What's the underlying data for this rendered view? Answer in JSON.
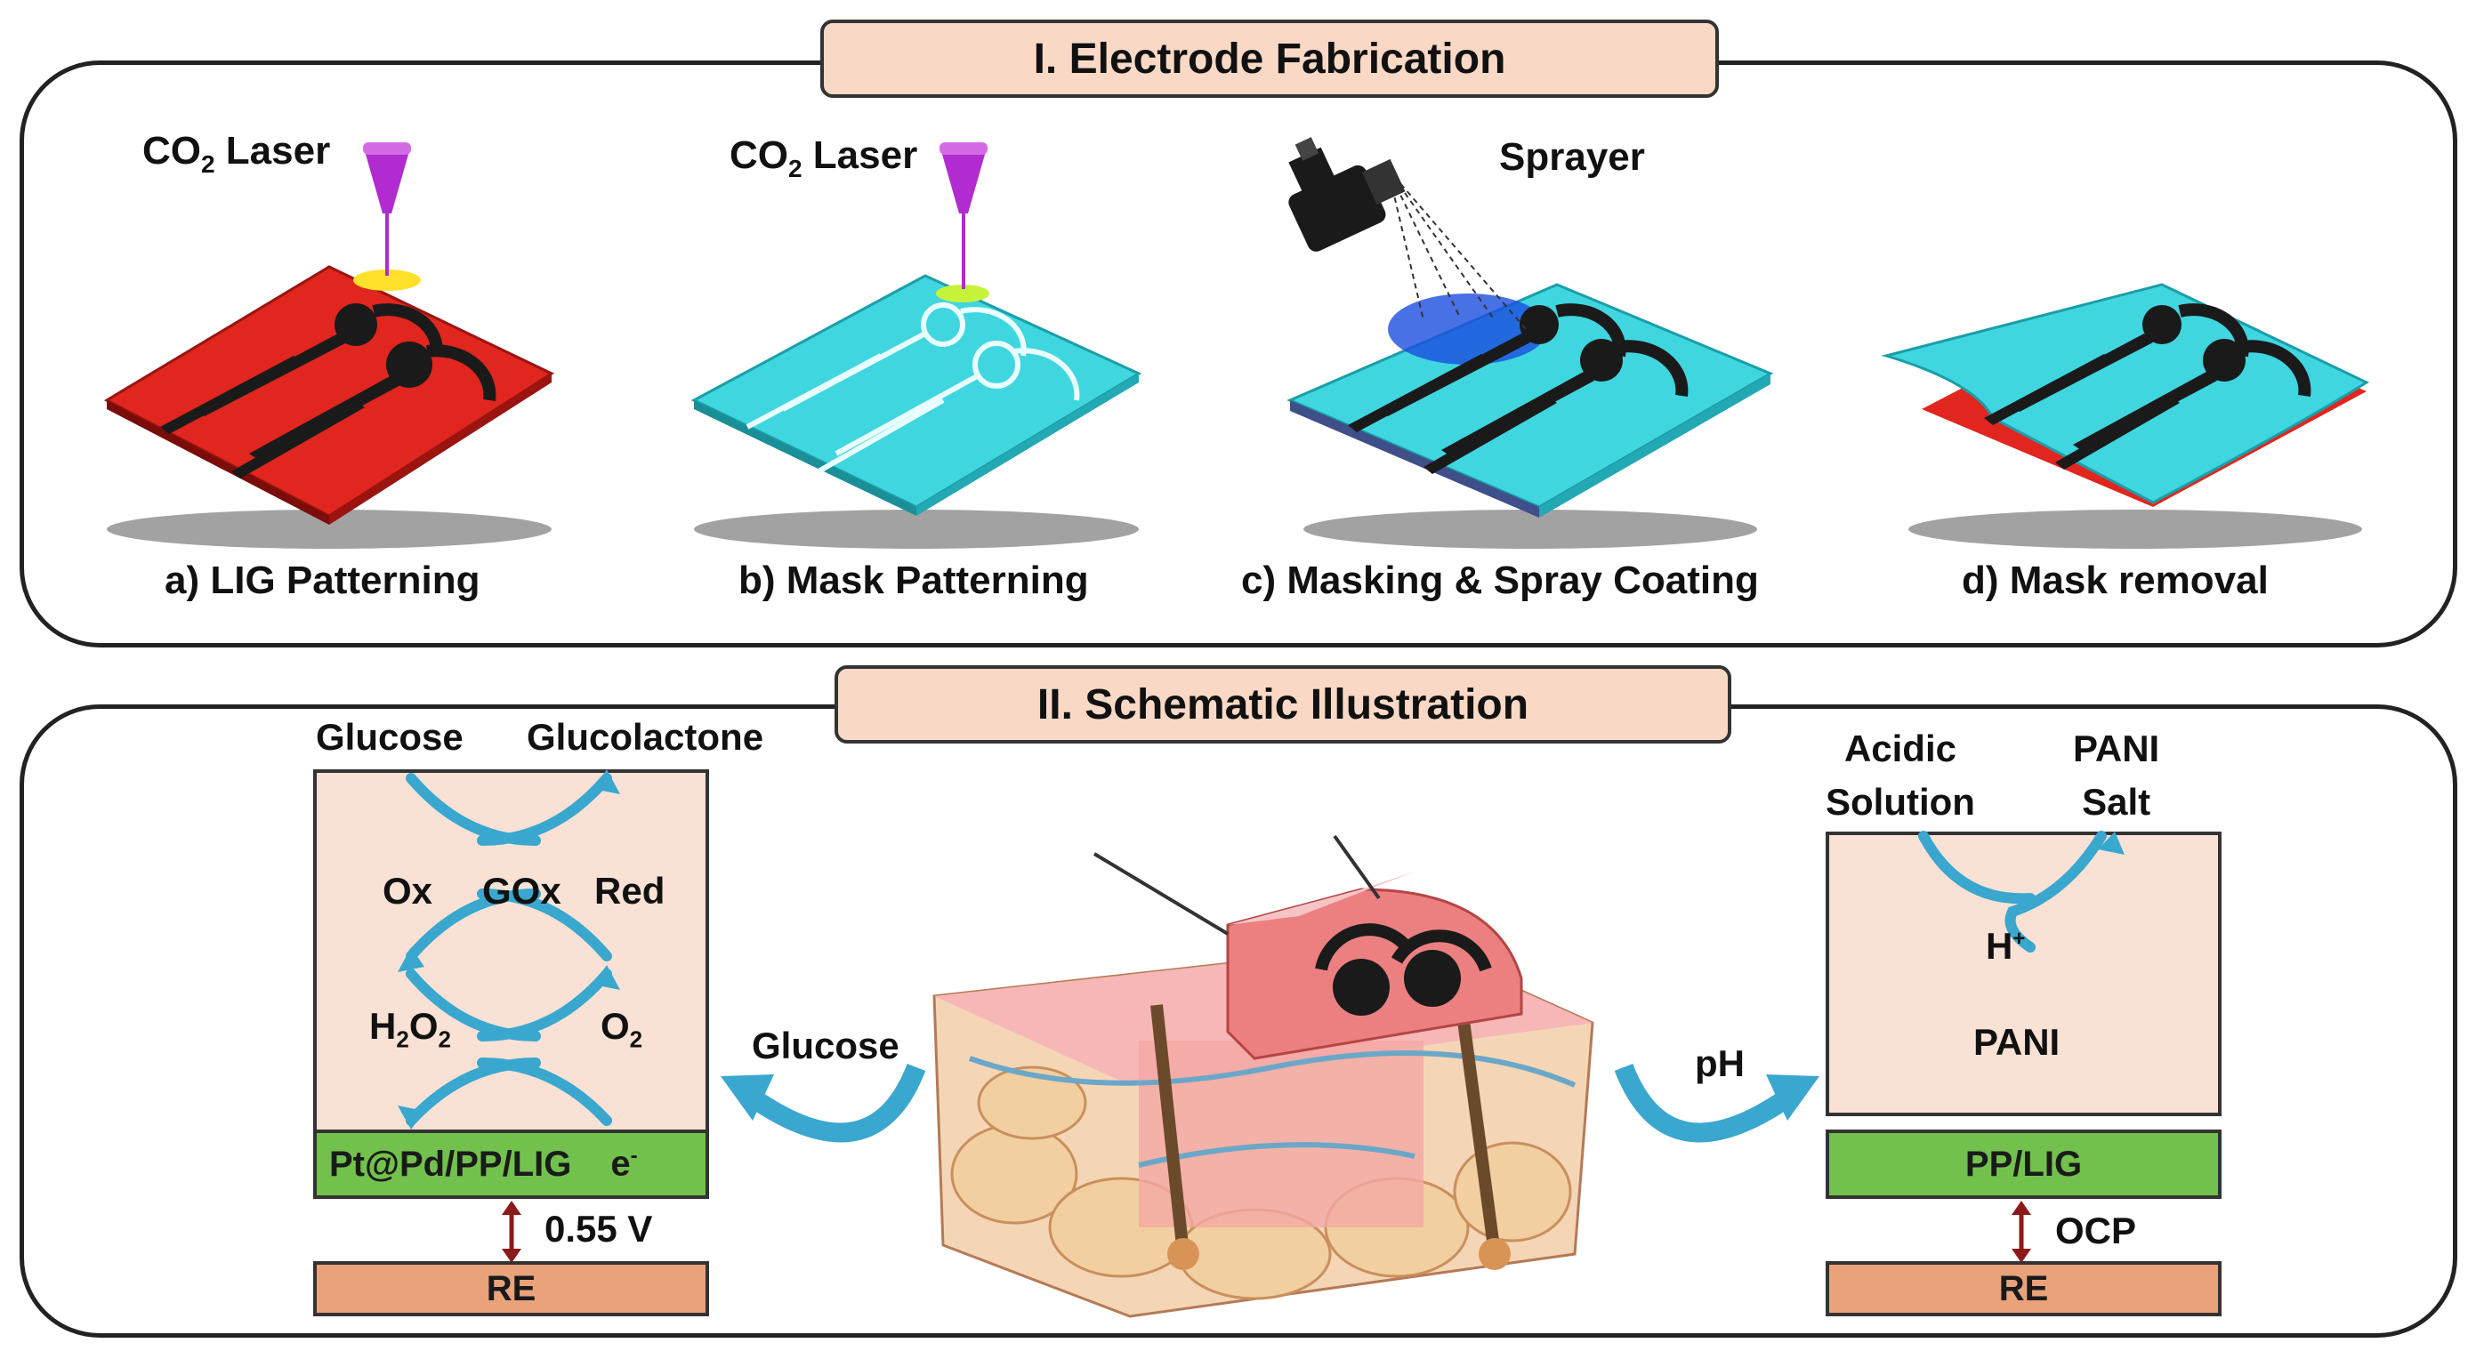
{
  "section1": {
    "title": "I. Electrode Fabrication",
    "laser_label": "CO",
    "laser_sub": "2",
    "laser_suffix": " Laser",
    "sprayer_label": "Sprayer",
    "steps": [
      {
        "caption": "a) LIG Patterning"
      },
      {
        "caption": "b) Mask Patterning"
      },
      {
        "caption": "c) Masking & Spray Coating"
      },
      {
        "caption": "d) Mask removal"
      }
    ]
  },
  "section2": {
    "title": "II.  Schematic Illustration",
    "glucose_sensor": {
      "top_left": "Glucose",
      "top_right": "Glucolactone",
      "ox": "Ox",
      "gox": "GOx",
      "red": "Red",
      "h2o2": "H",
      "h2o2_sub1": "2",
      "h2o2_mid": "O",
      "h2o2_sub2": "2",
      "o2": "O",
      "o2_sub": "2",
      "electrode": "Pt@Pd/PP/LIG",
      "electron": "e",
      "electron_sup": "-",
      "voltage": "0.55 V",
      "re": "RE",
      "arrow_label": "Glucose"
    },
    "ph_sensor": {
      "top_left_line1": "Acidic",
      "top_left_line2": "Solution",
      "top_right_line1": "PANI",
      "top_right_line2": "Salt",
      "hplus": "H",
      "hplus_sup": "+",
      "pani": "PANI",
      "electrode": "PP/LIG",
      "ocp": "OCP",
      "re": "RE",
      "arrow_label": "pH"
    }
  },
  "colors": {
    "title_fill": "#f9d9c6",
    "cell_fill": "#f9e2d5",
    "electrode_green": "#72c14c",
    "re_fill": "#eaa27a",
    "arrow_blue": "#3aa7cf",
    "substrate_red": "#e0261e",
    "mask_cyan": "#3fd6e0",
    "laser_purple": "#b12bd0"
  }
}
